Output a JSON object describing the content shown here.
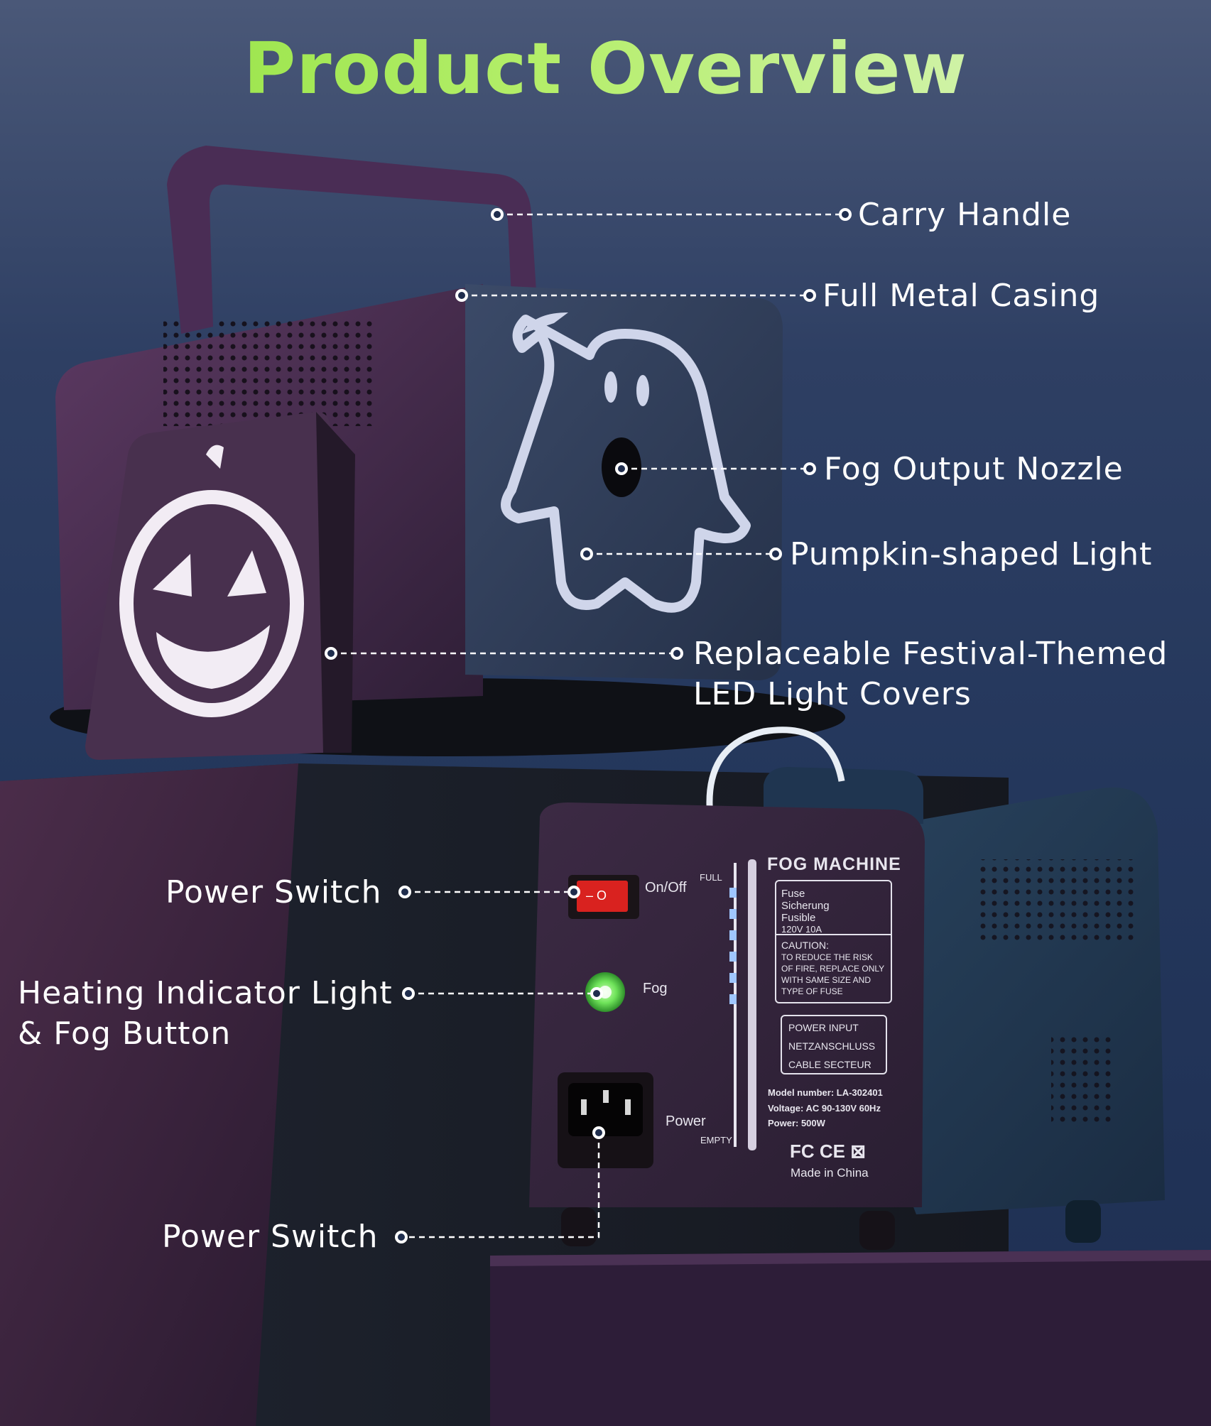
{
  "title": "Product Overview",
  "colors": {
    "title_gradient_start": "#8ee03c",
    "title_gradient_end": "#dff5c9",
    "background": "#24375c",
    "machine_body": "#3a2740",
    "callout_text": "#ffffff"
  },
  "callouts": {
    "carry_handle": "Carry Handle",
    "metal_casing": "Full Metal Casing",
    "fog_nozzle": "Fog Output Nozzle",
    "pumpkin_light": "Pumpkin-shaped Light",
    "covers_line1": "Replaceable Festival-Themed",
    "covers_line2": "LED Light Covers",
    "power_switch_top": "Power Switch",
    "heating_line1": "Heating Indicator Light",
    "heating_line2": "& Fog Button",
    "power_switch_bottom": "Power Switch"
  },
  "panel": {
    "brand": "FOG MACHINE",
    "on_off": "On/Off",
    "switch_symbols": "– O",
    "fog": "Fog",
    "power": "Power",
    "full": "FULL",
    "empty": "EMPTY",
    "fuse_lines": [
      "Fuse",
      "Sicherung",
      "Fusible",
      "120V    10A"
    ],
    "caution_lines": [
      "CAUTION:",
      "TO REDUCE THE RISK",
      "OF FIRE, REPLACE ONLY",
      "WITH SAME SIZE  AND",
      "TYPE  OF  FUSE"
    ],
    "power_input_lines": [
      "POWER INPUT",
      "NETZANSCHLUSS",
      "CABLE SECTEUR"
    ],
    "model": "Model number: LA-302401",
    "voltage": "Voltage:  AC 90-130V 60Hz",
    "wattage": "Power:  500W",
    "certs": "FC  CE  ⊠",
    "made_in": "Made in China"
  }
}
